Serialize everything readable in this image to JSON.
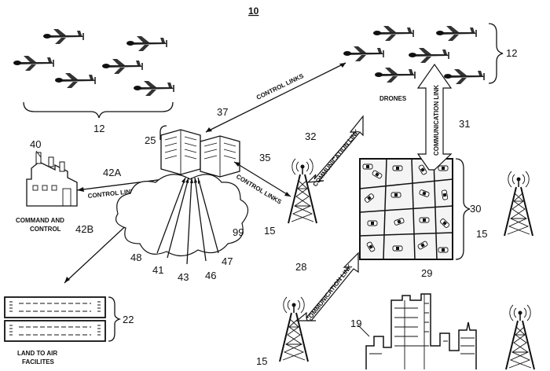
{
  "figure": {
    "number": "10"
  },
  "drones": {
    "group_left_label": "12",
    "group_right_label": "12",
    "caption": "DRONES"
  },
  "server": {
    "label": "25"
  },
  "command": {
    "label": "40",
    "caption_line1": "COMMAND AND",
    "caption_line2": "CONTROL"
  },
  "links": {
    "control_links_top": "CONTROL LINKS",
    "control_links_top_num": "37",
    "control_links_left": "CONTROL LINKS",
    "control_links_left_num": "42A",
    "control_links_mid": "CONTROL LINKS",
    "control_links_mid_num": "35",
    "link_42b": "42B",
    "comm_link_1": "COMMUNICATION LINK",
    "comm_link_1_num": "32",
    "comm_link_2": "COMMUNICATION LINK",
    "comm_link_2_num": "31",
    "comm_link_3": "COMMUNICATION LINK",
    "comm_link_3_num": "28"
  },
  "cloud": {
    "label": "99",
    "beams": [
      "48",
      "41",
      "43",
      "46",
      "47"
    ]
  },
  "towers": {
    "label": "15"
  },
  "traffic": {
    "label": "30",
    "sub_label": "29"
  },
  "city": {
    "label": "19"
  },
  "airfield": {
    "label": "22",
    "caption_line1": "LAND TO AIR",
    "caption_line2": "FACILITES"
  }
}
